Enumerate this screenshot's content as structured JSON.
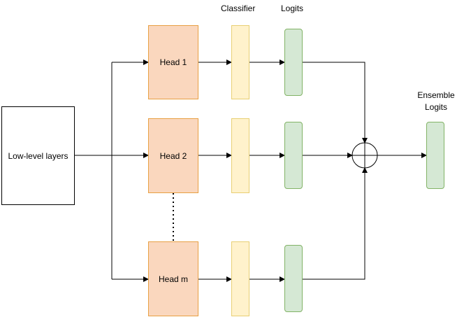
{
  "header": {
    "classifier_label": "Classifier",
    "logits_label": "Logits",
    "ensemble_label_line1": "Ensemble",
    "ensemble_label_line2": "Logits"
  },
  "input_block": {
    "label": "Low-level layers"
  },
  "heads": [
    {
      "label": "Head 1"
    },
    {
      "label": "Head 2"
    },
    {
      "label": "Head m"
    }
  ],
  "colors": {
    "head_fill": "#fad7be",
    "head_border": "#e8a043",
    "classifier_fill": "#fff2cc",
    "classifier_border": "#e8cf73",
    "logit_fill": "#d5e8d4",
    "logit_border": "#82b366"
  },
  "icons": {
    "sum": "circled-plus-icon"
  }
}
